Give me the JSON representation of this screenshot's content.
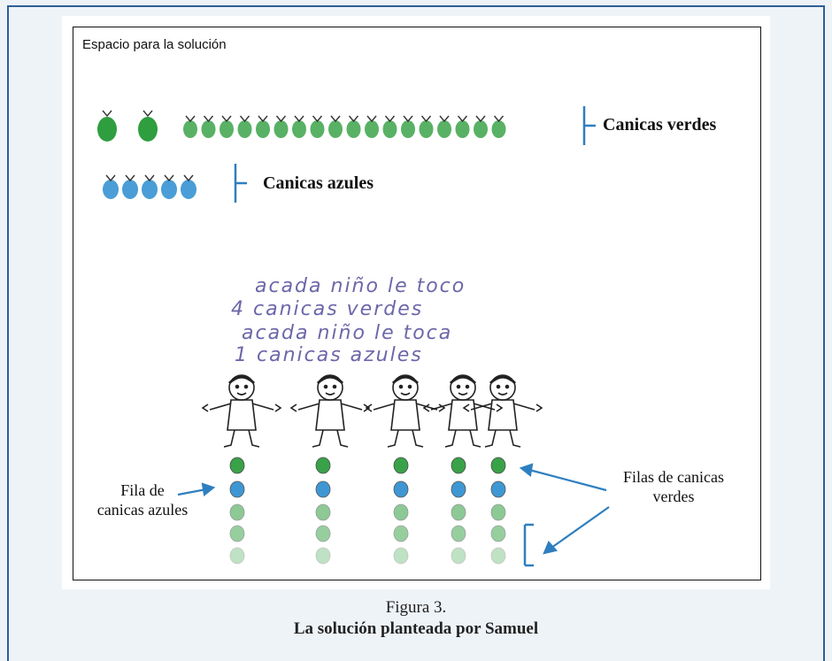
{
  "figure": {
    "space_label": "Espacio para la solución",
    "green_label": "Canicas verdes",
    "blue_label": "Canicas azules",
    "handwriting": [
      "acada niño le toco",
      "4 canicas verdes",
      "acada niño le toca",
      "1 canicas azules"
    ],
    "left_annotation": [
      "Fila de",
      "canicas azules"
    ],
    "right_annotation": [
      "Filas de canicas",
      "verdes"
    ],
    "counts": {
      "green_marbles": 20,
      "blue_marbles": 5,
      "children": 5
    }
  },
  "caption": {
    "number": "Figura 3.",
    "title": "La solución planteada por Samuel"
  },
  "colors": {
    "frame": "#2e5f93",
    "arrow": "#2f7fc0",
    "green_marble": "#2f9e3f",
    "blue_marble": "#2a8ccf",
    "handwriting": "#6c67a9"
  }
}
